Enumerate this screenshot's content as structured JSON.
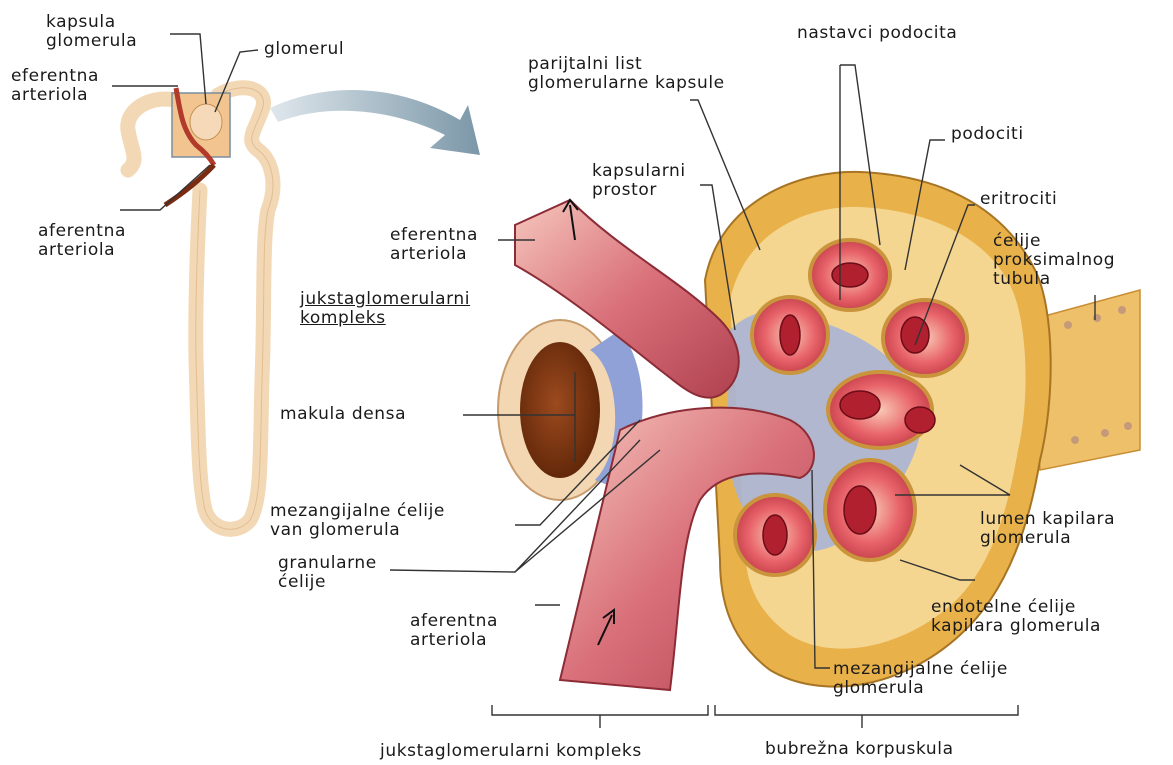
{
  "labels": {
    "kapsula_glomerula": [
      "kapsula",
      "glomerula"
    ],
    "glomerul": "glomerul",
    "eferentna_small": [
      "eferentna",
      "arteriola"
    ],
    "aferentna_small": [
      "aferentna",
      "arteriola"
    ],
    "parijtalni": [
      "parijtalni list",
      "glomerularne kapsule"
    ],
    "nastavci": "nastavci podocita",
    "podociti": "podociti",
    "kapsularni": [
      "kapsularni",
      "prostor"
    ],
    "eritrociti": "eritrociti",
    "proksimalni": [
      "ćelije",
      "proksimalnog",
      "tubula"
    ],
    "eferentna_big": [
      "eferentna",
      "arteriola"
    ],
    "jukstaglomerularni_kompleks": [
      "jukstaglomerularni",
      "kompleks"
    ],
    "makula": "makula densa",
    "mezang_van": [
      "mezangijalne ćelije",
      "van glomerula"
    ],
    "granularne": [
      "granularne",
      "ćelije"
    ],
    "aferentna_big": [
      "aferentna",
      "arteriola"
    ],
    "lumen": [
      "lumen kapilara",
      "glomerula"
    ],
    "endotelne": [
      "endotelne ćelije",
      "kapilara glomerula"
    ],
    "mezang_glom": [
      "mezangijalne ćelije",
      "glomerula"
    ],
    "bottom_left": "jukstaglomerularni kompleks",
    "bottom_right": "bubrežna korpuskula"
  }
}
